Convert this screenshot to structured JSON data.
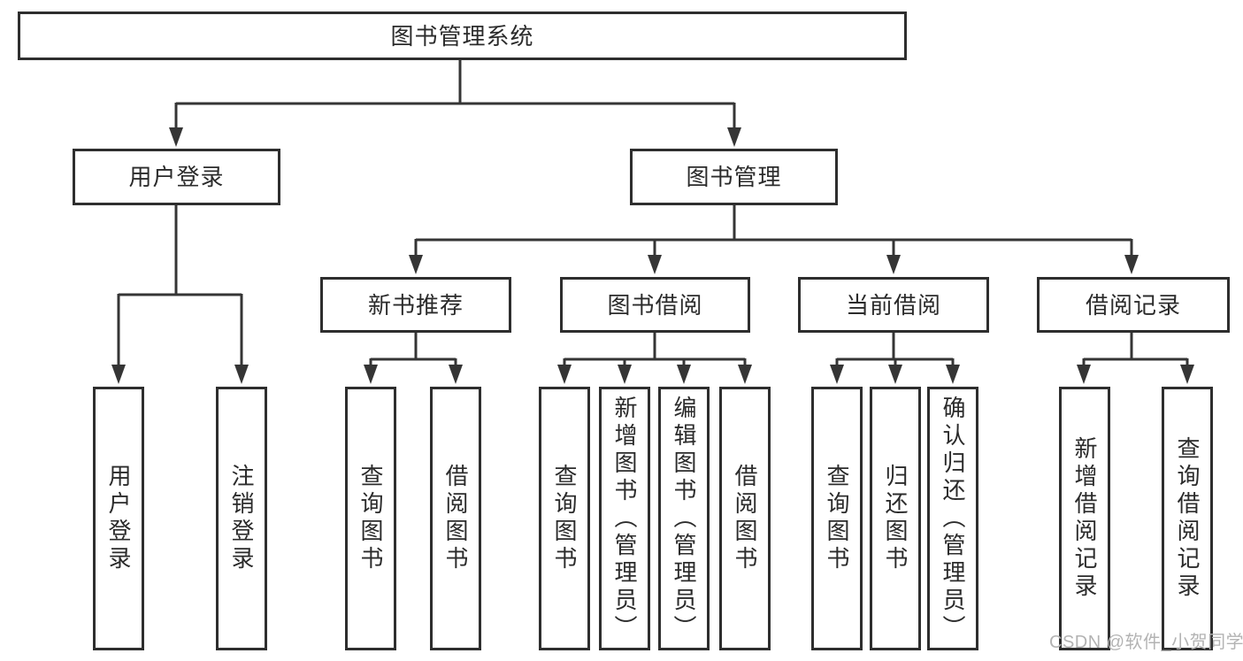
{
  "tree": {
    "root": {
      "label": "图书管理系统"
    },
    "branches": [
      {
        "label": "用户登录",
        "children": [
          {
            "label": "用户登录"
          },
          {
            "label": "注销登录"
          }
        ]
      },
      {
        "label": "图书管理",
        "children": [
          {
            "label": "新书推荐",
            "children": [
              {
                "label": "查询图书"
              },
              {
                "label": "借阅图书"
              }
            ]
          },
          {
            "label": "图书借阅",
            "children": [
              {
                "label": "查询图书"
              },
              {
                "label": "新增图书（管理员）"
              },
              {
                "label": "编辑图书（管理员）"
              },
              {
                "label": "借阅图书"
              }
            ]
          },
          {
            "label": "当前借阅",
            "children": [
              {
                "label": "查询图书"
              },
              {
                "label": "归还图书"
              },
              {
                "label": "确认归还（管理员）"
              }
            ]
          },
          {
            "label": "借阅记录",
            "children": [
              {
                "label": "新增借阅记录"
              },
              {
                "label": "查询借阅记录"
              }
            ]
          }
        ]
      }
    ]
  },
  "watermark": "CSDN @软件_小贺同学",
  "colors": {
    "line": "#353535",
    "box_border": "#2e2e2e",
    "text": "#2b2b2b",
    "watermark": "#b3b3b3",
    "background": "#ffffff"
  }
}
